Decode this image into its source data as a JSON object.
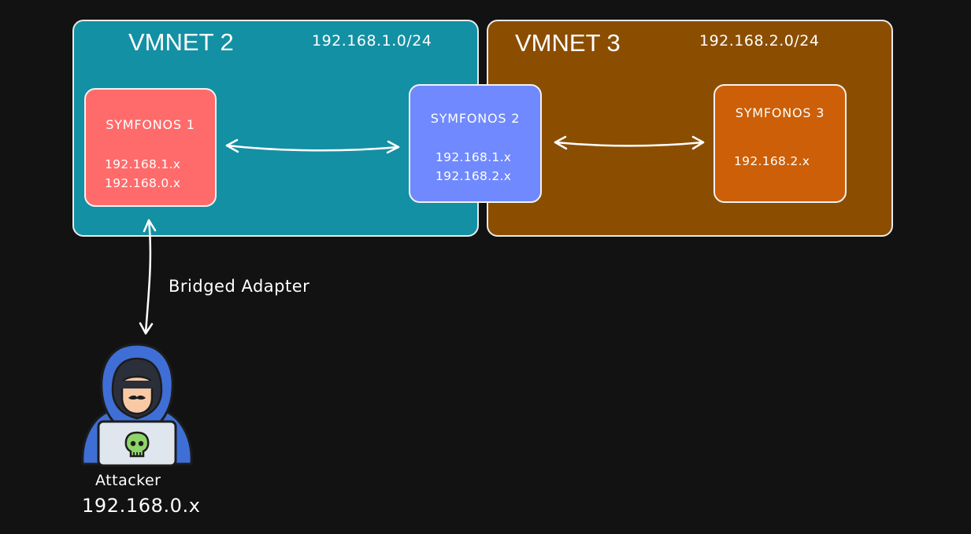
{
  "networks": {
    "vmnet2": {
      "title": "VMNET 2",
      "cidr": "192.168.1.0/24",
      "color": "#1390a3"
    },
    "vmnet3": {
      "title": "VMNET 3",
      "cidr": "192.168.2.0/24",
      "color": "#8b4e01"
    }
  },
  "hosts": {
    "symfonos1": {
      "name": "SYMFONOS 1",
      "ips": [
        "192.168.1.x",
        "192.168.0.x"
      ],
      "color": "#ff6b6b"
    },
    "symfonos2": {
      "name": "SYMFONOS 2",
      "ips": [
        "192.168.1.x",
        "192.168.2.x"
      ],
      "color": "#7089fe"
    },
    "symfonos3": {
      "name": "SYMFONOS 3",
      "ips": [
        "192.168.2.x"
      ],
      "color": "#cc5f07"
    }
  },
  "links": {
    "bridged_label": "Bridged Adapter"
  },
  "attacker": {
    "label": "Attacker",
    "ip": "192.168.0.x",
    "icon": "hooded-hacker-with-laptop-icon"
  },
  "colors": {
    "background": "#121212",
    "stroke": "#ffffff"
  }
}
